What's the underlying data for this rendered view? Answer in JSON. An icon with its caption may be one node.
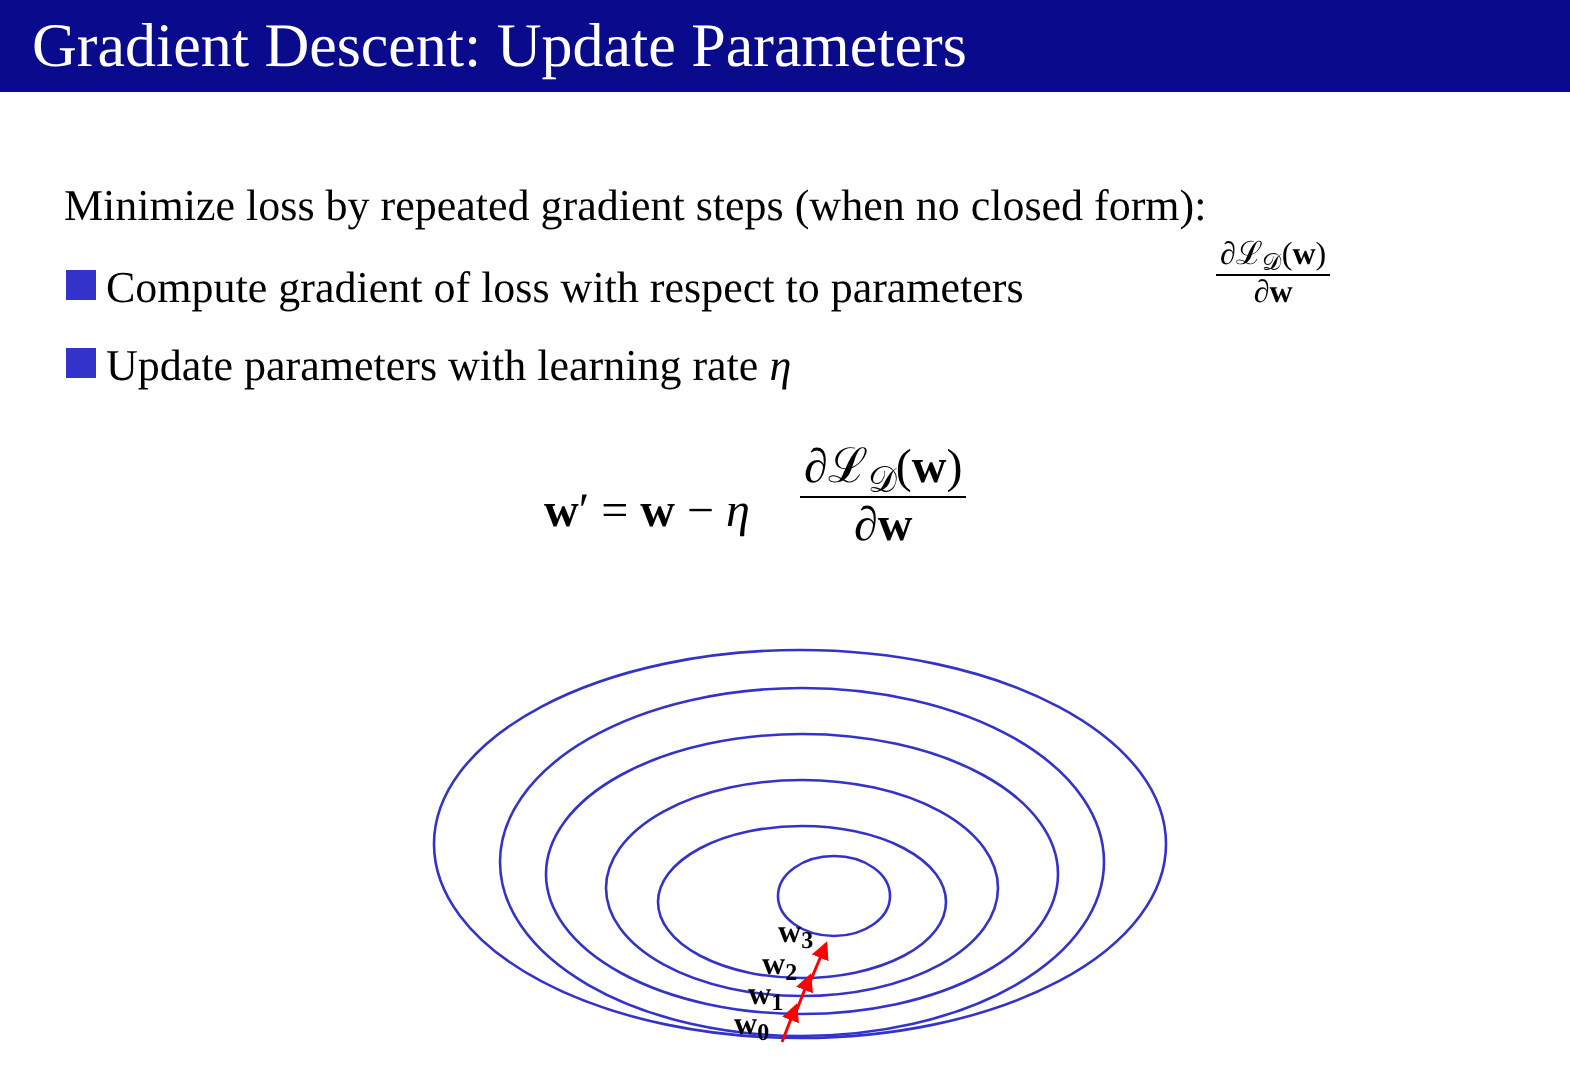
{
  "diagram": {
    "title": "Gradient Descent: Update Parameters",
    "nodes": [
      {
        "text": [
          "w$_{0}$"
        ]
      },
      {
        "text": [
          "w$_{1}$"
        ]
      },
      {
        "text": [
          "w$_{2}$"
        ]
      },
      {
        "text": [
          "w$_{3}$"
        ]
      }
    ],
    "edges": [
      {
        "from": 0,
        "to": 1,
        "arrow": "to",
        "color": "#ff0000"
      },
      {
        "from": 1,
        "to": 2,
        "arrow": "to",
        "color": "#ff0000"
      },
      {
        "from": 2,
        "to": 3,
        "arrow": "to",
        "color": "#ff0000"
      }
    ],
    "labels": [
      "Minimize loss by repeated gradient steps (when no closed form):",
      "Compute gradient of loss with respect to parameters",
      "∂ℒ$_{𝒟}$(**w**)",
      "∂**w**",
      "Update parameters with learning rate *η*",
      "**w**′ = **w** − *η*",
      "∂ℒ$_{𝒟}$(**w**)",
      "∂**w**"
    ]
  }
}
